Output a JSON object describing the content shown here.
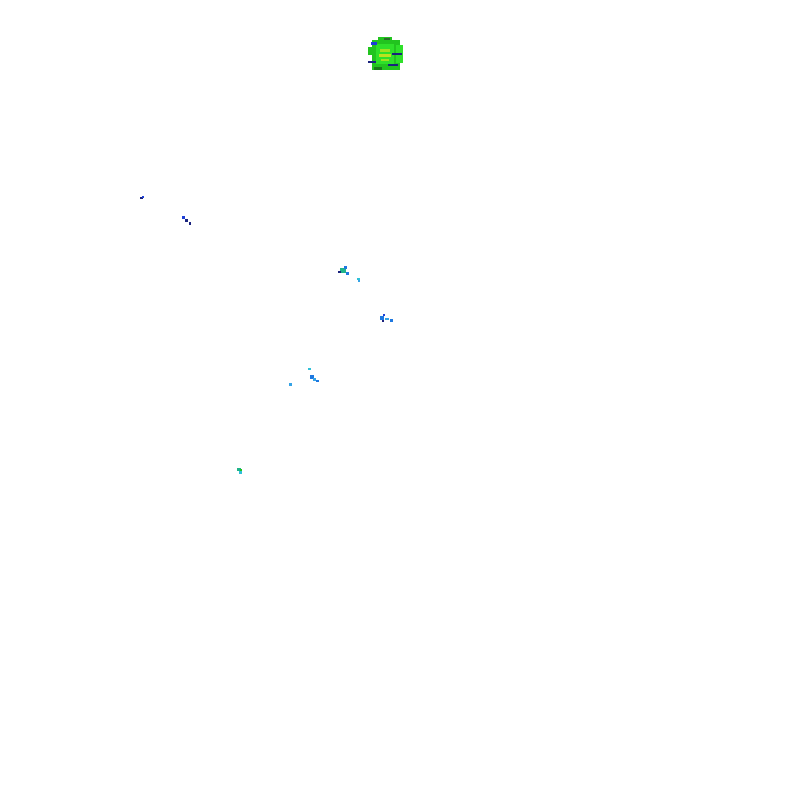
{
  "map": {
    "background": "#ffffff",
    "layer": "radar-reflectivity-overlay",
    "palette": {
      "dark_blue": "#1f3fd6",
      "navy": "#1a237e",
      "blue": "#1e78e0",
      "light_blue": "#35a3e6",
      "cyan": "#2fc0d8",
      "teal": "#20b48a",
      "green": "#22c41f",
      "bright_green": "#2fe02a",
      "yellow_green": "#bde21f"
    },
    "echoes": [
      "main-cell",
      "echo-nw-1",
      "echo-nw-2",
      "echo-center-1",
      "echo-center-2",
      "echo-center-3",
      "echo-south"
    ]
  }
}
